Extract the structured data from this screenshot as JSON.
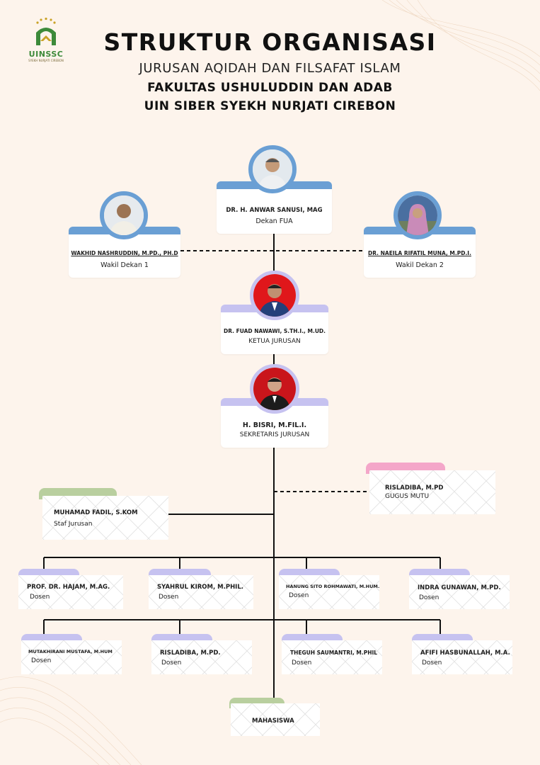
{
  "logo": {
    "name": "UINSSC",
    "subtitle": "SYEKH NURJATI CIREBON"
  },
  "header": {
    "title": "STRUKTUR ORGANISASI",
    "subtitle": "JURUSAN AQIDAH DAN FILSAFAT ISLAM",
    "faculty": "FAKULTAS USHULUDDIN DAN ADAB",
    "university": "UIN SIBER SYEKH NURJATI CIREBON"
  },
  "leaders": {
    "dean": {
      "name": "DR. H. ANWAR SANUSI, MAG",
      "role": "Dekan FUA"
    },
    "vice1": {
      "name": "WAKHID NASHRUDDIN, M.PD., PH.D",
      "role": "Wakil Dekan 1"
    },
    "vice2": {
      "name": "DR. NAEILA RIFATIL MUNA, M.PD.I.",
      "role": "Wakil Dekan 2"
    },
    "head": {
      "name": "DR. FUAD NAWAWI, S.TH.I., M.UD.",
      "role": "KETUA JURUSAN"
    },
    "secretary": {
      "name": "H. BISRI, M.FIL.I.",
      "role": "SEKRETARIS JURUSAN"
    }
  },
  "support": {
    "quality": {
      "name": "RISLADIBA, M.PD",
      "role": "GUGUS MUTU"
    },
    "staff": {
      "name": "MUHAMAD FADIL, S.KOM",
      "role": "Staf Jurusan"
    }
  },
  "lecturers": [
    {
      "name": "PROF. DR. HAJAM, M.AG.",
      "role": "Dosen"
    },
    {
      "name": "SYAHRUL KIROM, M.PHIL.",
      "role": "Dosen"
    },
    {
      "name": "HANUNG SITO ROHMAWATI, M.HUM.",
      "role": "Dosen"
    },
    {
      "name": "INDRA GUNAWAN, M.PD.",
      "role": "Dosen"
    },
    {
      "name": "MUTAKHIRANI MUSTAFA, M.HUM",
      "role": "Dosen"
    },
    {
      "name": "RISLADIBA, M.PD.",
      "role": "Dosen"
    },
    {
      "name": "THEGUH SAUMANTRI, M.PHIL",
      "role": "Dosen"
    },
    {
      "name": "AFIFI HASBUNALLAH, M.A.",
      "role": "Dosen"
    }
  ],
  "students": {
    "label": "MAHASISWA"
  },
  "colors": {
    "background": "#fdf4ec",
    "blue": "#6a9fd4",
    "lavender": "#c6c2f0",
    "green": "#b9cf9f",
    "pink": "#f4a6c9"
  }
}
